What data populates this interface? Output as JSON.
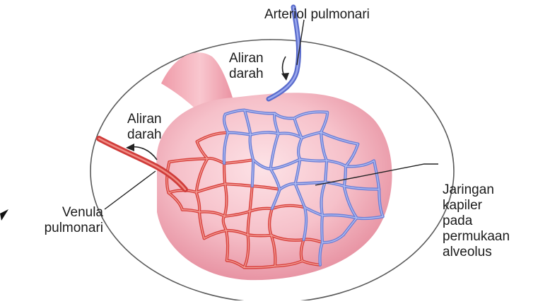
{
  "labels": {
    "arteriol": "Arteriol pulmonari",
    "aliran_top_1": "Aliran",
    "aliran_top_2": "darah",
    "aliran_left_1": "Aliran",
    "aliran_left_2": "darah",
    "venula_1": "Venula",
    "venula_2": "pulmonari",
    "jaringan_1": "Jaringan",
    "jaringan_2": "kapiler",
    "jaringan_3": "pada",
    "jaringan_4": "permukaan",
    "jaringan_5": "alveolus"
  },
  "colors": {
    "alveolus_fill": "#f4b9c2",
    "alveolus_shade": "#e88a9a",
    "artery_blue": "#6d7fd6",
    "vein_red": "#d8423e",
    "circle_stroke": "#555555",
    "leader_line": "#222222"
  }
}
